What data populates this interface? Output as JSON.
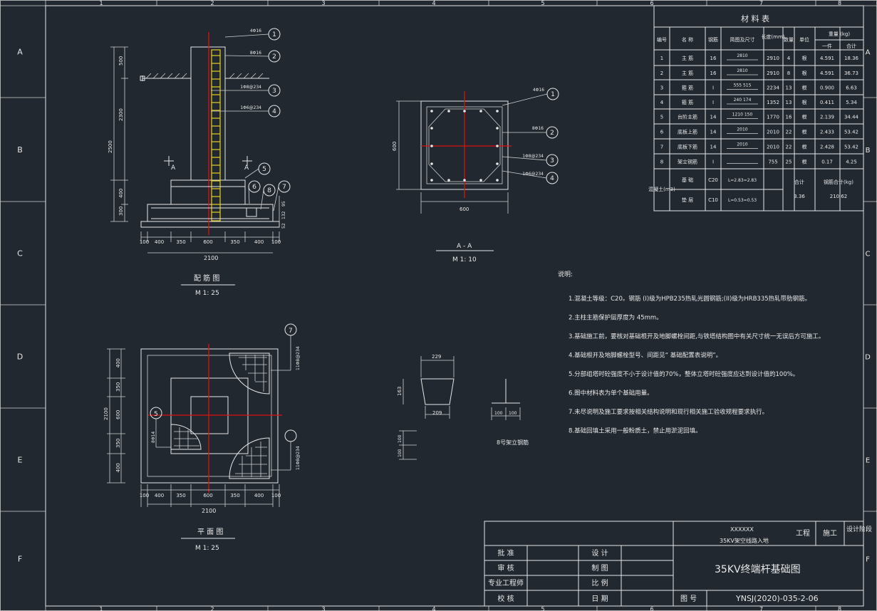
{
  "border": {
    "cols": [
      "1",
      "2",
      "3",
      "4",
      "5",
      "6",
      "7",
      "8"
    ],
    "rows": [
      "A",
      "B",
      "C",
      "D",
      "E",
      "F"
    ]
  },
  "views": {
    "elevation": {
      "title": "配 筋 图",
      "scale": "M 1: 25",
      "section_mark": "A",
      "top_dims": [
        "500",
        "2300",
        "2500",
        "400",
        "300"
      ],
      "bottom_dims": [
        "100",
        "400",
        "350",
        "600",
        "350",
        "400",
        "100"
      ],
      "total": "2100",
      "callouts": [
        {
          "num": "1",
          "label": "4Φ16"
        },
        {
          "num": "2",
          "label": "8Φ16"
        },
        {
          "num": "3",
          "label": "1Φ8@234"
        },
        {
          "num": "4",
          "label": "1Φ6@234"
        },
        {
          "num": "5",
          "label": ""
        },
        {
          "num": "6",
          "label": ""
        },
        {
          "num": "8",
          "label": ""
        },
        {
          "num": "7",
          "label": ""
        }
      ],
      "side_dims": [
        "95",
        "132",
        "52"
      ]
    },
    "section": {
      "title": "A - A",
      "scale": "M 1: 10",
      "dims": [
        "600",
        "600"
      ],
      "callouts": [
        {
          "num": "1",
          "label": "4Φ16"
        },
        {
          "num": "2",
          "label": "8Φ16"
        },
        {
          "num": "3",
          "label": "1Φ8@234"
        },
        {
          "num": "4",
          "label": "1Φ6@234"
        }
      ]
    },
    "plan": {
      "title": "平 面 图",
      "scale": "M 1: 25",
      "left_dims": [
        "400",
        "350",
        "600",
        "350",
        "400"
      ],
      "total_left": "2100",
      "bottom_dims": [
        "100",
        "400",
        "350",
        "600",
        "350",
        "400",
        "100"
      ],
      "total_bottom": "2100",
      "callout_top": "7",
      "callout_left": "5",
      "rebar_note_top": "11Φ8@234",
      "rebar_note_left": "8Φ14",
      "rebar_note_right": "11Φ8@234"
    },
    "detail": {
      "dims_top": [
        "229",
        "209"
      ],
      "dims_side": [
        "163",
        "100",
        "100"
      ],
      "dims_right": [
        "100",
        "100"
      ],
      "label": "8号架立钢筋"
    }
  },
  "material_table": {
    "title": "材 料 表",
    "headers": [
      "编号",
      "名 称",
      "钢筋",
      "简图及尺寸",
      "长度(mm)",
      "数量",
      "单位",
      "重量 (kg)",
      "一件",
      "合计"
    ],
    "rows": [
      [
        "1",
        "主 筋",
        "16",
        "2810",
        "2910",
        "4",
        "根",
        "4.591",
        "18.36"
      ],
      [
        "2",
        "主 筋",
        "16",
        "2810",
        "2910",
        "8",
        "根",
        "4.591",
        "36.73"
      ],
      [
        "3",
        "箍 筋",
        "Ⅰ",
        "555  515",
        "2234",
        "13",
        "根",
        "0.900",
        "6.63"
      ],
      [
        "4",
        "箍 筋",
        "Ⅰ",
        "240  174",
        "1352",
        "13",
        "根",
        "0.411",
        "5.34"
      ],
      [
        "5",
        "台阶主筋",
        "14",
        "1210 150",
        "1770",
        "16",
        "根",
        "2.139",
        "34.44"
      ],
      [
        "6",
        "底板上筋",
        "14",
        "2010",
        "2010",
        "22",
        "根",
        "2.433",
        "53.42"
      ],
      [
        "7",
        "底板下筋",
        "14",
        "2010",
        "2010",
        "22",
        "根",
        "2.428",
        "53.42"
      ],
      [
        "8",
        "架立钢筋",
        "Ⅰ",
        "",
        "755",
        "25",
        "根",
        "0.17",
        "4.25"
      ]
    ],
    "concrete": {
      "label": "混凝土(m3)",
      "rows": [
        [
          "基 础",
          "C20",
          "L=2.83=2.83"
        ],
        [
          "垫 层",
          "C10",
          "L=0.53=0.53"
        ]
      ],
      "total_label": "合计",
      "total_value": "3.36",
      "steel_total_label": "钢筋合计(kg)",
      "steel_total_value": "210.62"
    }
  },
  "notes": {
    "heading": "说明:",
    "items": [
      "1.混凝土等级：C20。钢筋 (I)级为HPB235热轧光圆钢筋;(II)级为HRB335热轧带肋钢筋。",
      "2.主柱主筋保护层厚度为 45mm。",
      "3.基础施工前，要核对基础根开及地脚螺栓间距,与铁塔结构图中有关尺寸统一无误后方可施工。",
      "4.基础根开及地脚螺栓型号、间距见“ 基础配置表说明”。",
      "5.分部组塔时砼强度不小于设计值的70%，整体立塔时砼强度应达到设计值的100%。",
      "6.图中材料表为单个基础用量。",
      "7.未尽说明及施工要求按相关结构说明和现行相关施工验收规程要求执行。",
      "8.基础回填土采用一般粉质土，禁止用淤泥回填。"
    ]
  },
  "title_block": {
    "project_top": "XXXXXX",
    "project_sub": "35KV架空线路入地",
    "project_label": "工程",
    "stage_label": "施工",
    "stage_name": "设计阶段",
    "left_labels": [
      "批 准",
      "审 核",
      "专业工程师",
      "校 核"
    ],
    "mid_labels": [
      "设 计",
      "制 图",
      "比 例",
      "日 期"
    ],
    "drawing_title": "35KV终端杆基础图",
    "number_label": "图 号",
    "number_value": "YNSJ(2020)-035-2-06"
  }
}
